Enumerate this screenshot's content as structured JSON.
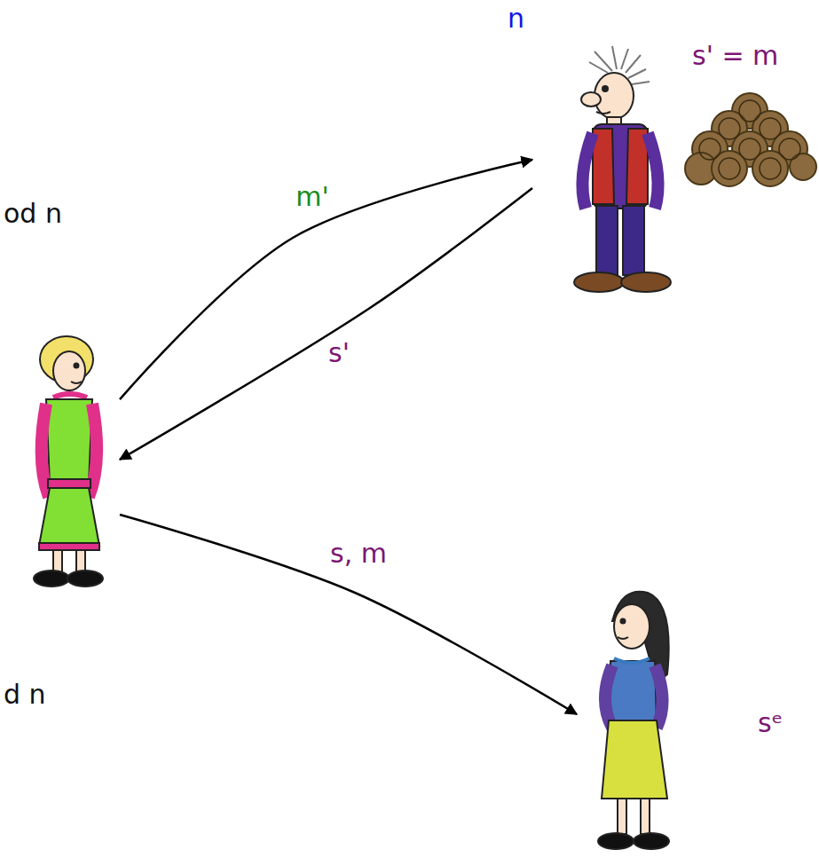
{
  "diagram": {
    "nodes": [
      {
        "text": [
          "n",
          "s' = m"
        ]
      },
      {
        "text": []
      },
      {
        "text": [
          "sᵉ"
        ]
      }
    ],
    "edges": [
      {
        "from": 1,
        "to": 0,
        "label": "m'",
        "arrow": "to"
      },
      {
        "from": 0,
        "to": 1,
        "label": "s'",
        "arrow": "to"
      },
      {
        "from": 1,
        "to": 2,
        "label": "s, m",
        "arrow": "to"
      }
    ],
    "labels": [
      "od n",
      "d n"
    ]
  }
}
